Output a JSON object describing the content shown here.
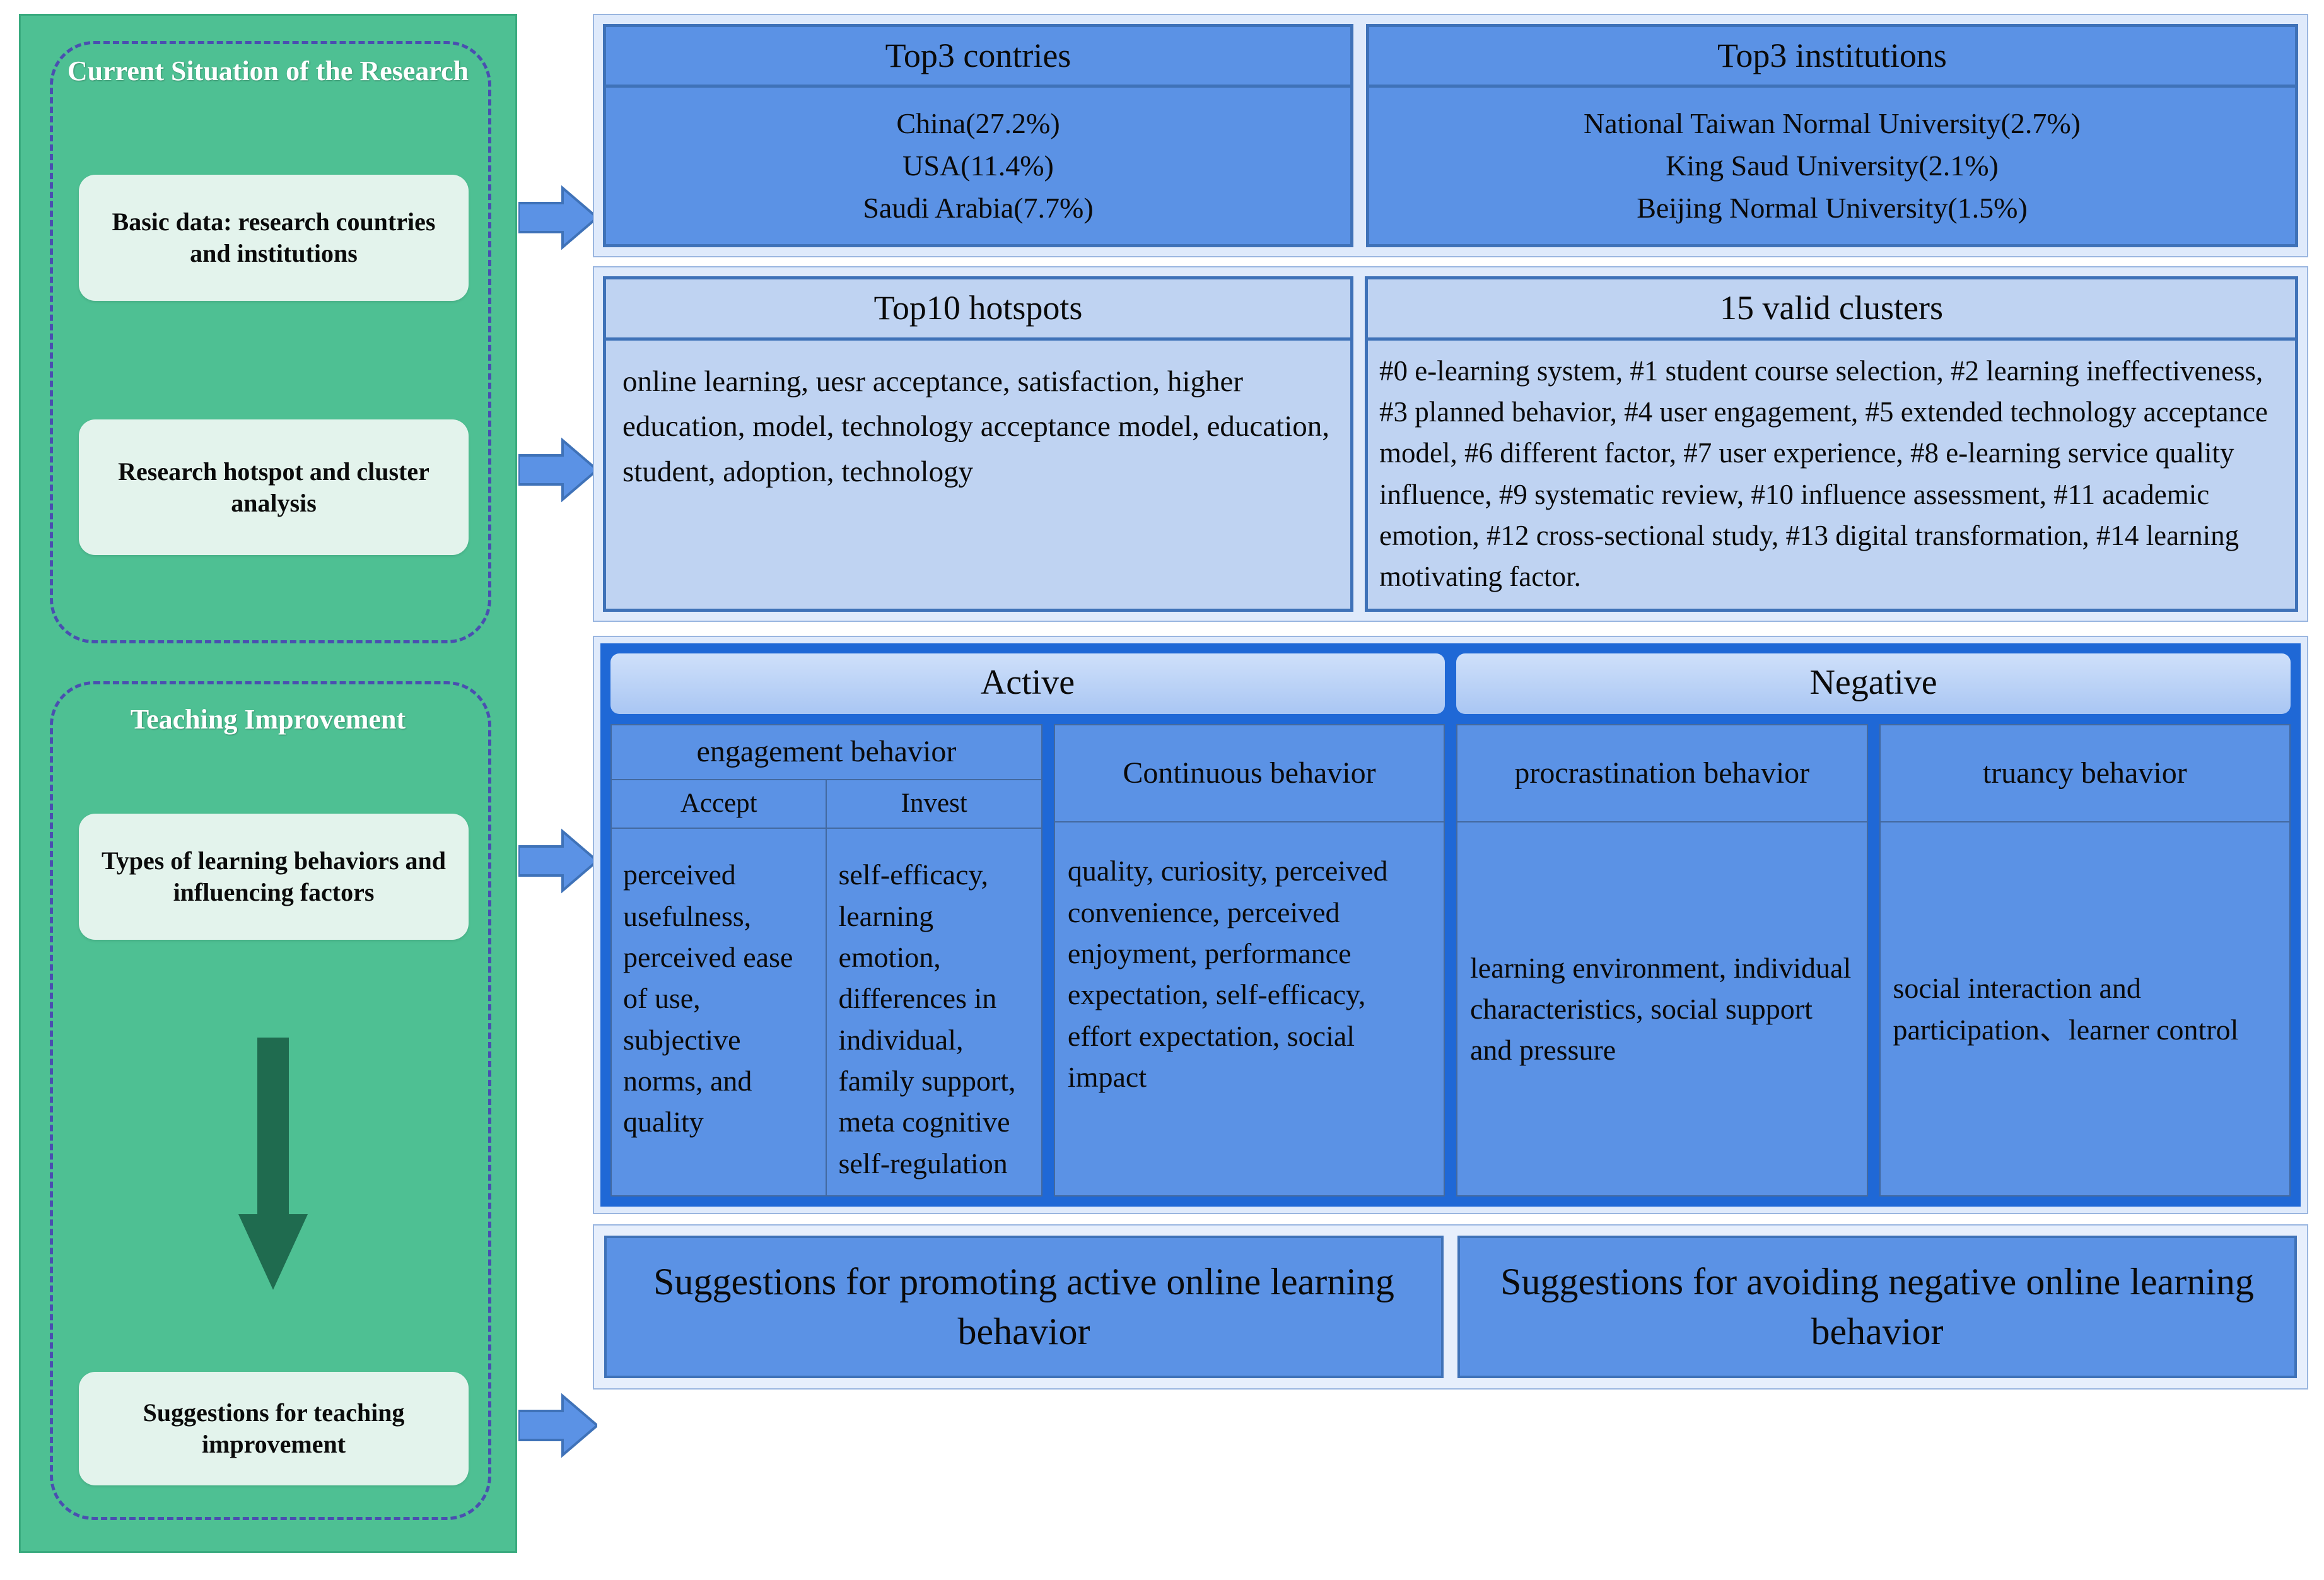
{
  "colors": {
    "green_panel": "#4ec093",
    "dashed_border": "#4a4fb0",
    "card_white": "#e3f3ec",
    "blue_mid": "#5b92e5",
    "blue_light": "#bfd3f2",
    "blue_dark": "#1f68d6",
    "blue_border": "#3f72b8",
    "panel_bg": "#dfeafb",
    "arrow_blue": "#5b92e5",
    "down_arrow_green": "#1f6b4f"
  },
  "left": {
    "group1": {
      "title": "Current Situation of the Research",
      "items": [
        {
          "label": "Basic data: research countries and institutions"
        },
        {
          "label": "Research hotspot and cluster analysis"
        }
      ]
    },
    "group2": {
      "title": "Teaching Improvement",
      "items": [
        {
          "label": "Types of learning behaviors and influencing factors"
        },
        {
          "label": "Suggestions for teaching improvement"
        }
      ]
    },
    "down_arrow_icon": "down-arrow-icon",
    "connector_icon": "right-arrow-icon"
  },
  "right": {
    "countries": {
      "header": "Top3 contries",
      "body": "China(27.2%)\nUSA(11.4%)\nSaudi Arabia(7.7%)"
    },
    "institutions": {
      "header": "Top3 institutions",
      "body": "National Taiwan Normal University(2.7%)\nKing Saud University(2.1%)\nBeijing Normal University(1.5%)"
    },
    "hotspots": {
      "header": "Top10 hotspots",
      "body": "online learning, uesr acceptance, satisfaction, higher education, model, technology acceptance model, education, student, adoption, technology"
    },
    "clusters": {
      "header": "15 valid clusters",
      "body": "#0 e-learning system, #1 student course selection, #2 learning ineffectiveness, #3 planned behavior, #4 user engagement, #5 extended technology acceptance model, #6 different factor, #7 user experience, #8 e-learning service quality influence, #9 systematic review, #10 influence assessment, #11 academic emotion, #12 cross-sectional study, #13 digital transformation, #14 learning motivating factor."
    },
    "behavior": {
      "active": {
        "title": "Active",
        "engagement": {
          "title": "engagement behavior",
          "sub1": "Accept",
          "sub2": "Invest",
          "cell1": "perceived usefulness, perceived ease of use, subjective norms, and quality",
          "cell2": "self-efficacy, learning emotion, differences in individual, family support, meta cognitive self-regulation"
        },
        "continuous": {
          "title": "Continuous behavior",
          "body": "quality, curiosity, perceived convenience, perceived enjoyment, performance expectation,  self-efficacy, effort expectation, social impact"
        }
      },
      "negative": {
        "title": "Negative",
        "procrastination": {
          "title": "procrastination behavior",
          "body": "learning environment, individual characteristics, social support and pressure"
        },
        "truancy": {
          "title": "truancy behavior",
          "body": "social interaction and participation、learner control"
        }
      }
    },
    "suggestions": [
      {
        "label": "Suggestions for promoting active online learning behavior"
      },
      {
        "label": "Suggestions for avoiding negative online learning behavior"
      }
    ]
  }
}
